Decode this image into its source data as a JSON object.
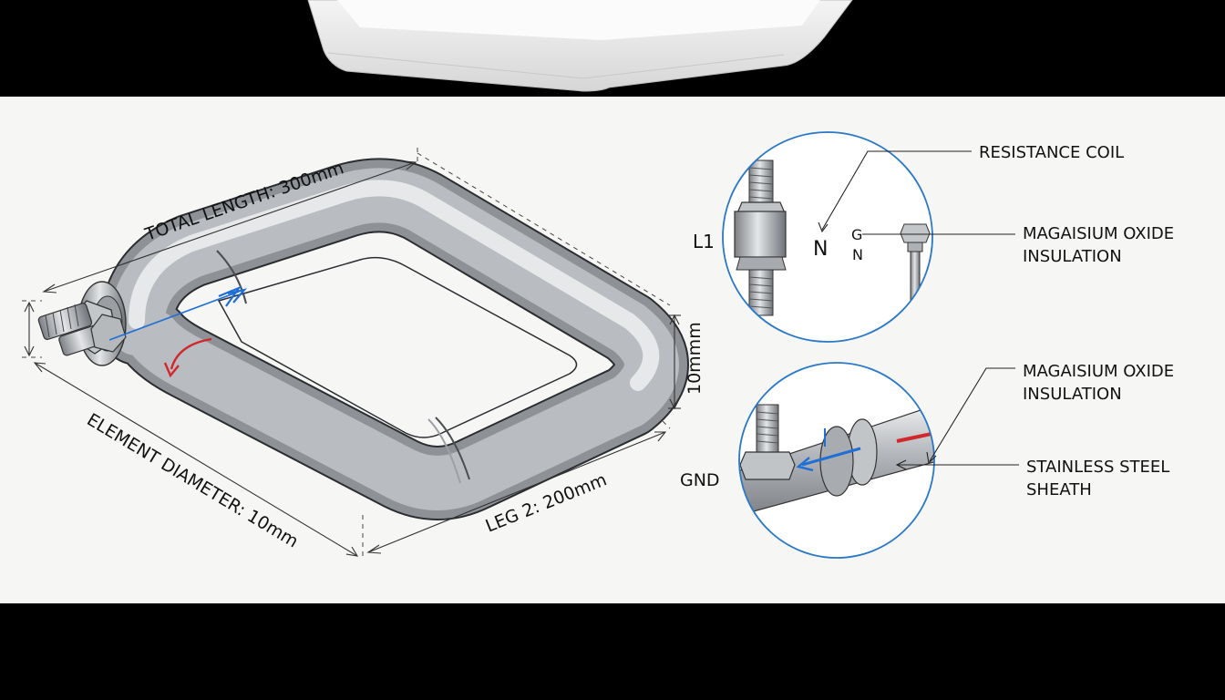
{
  "dimensions": {
    "total_length": "TOTAL LENGTH: 300mm",
    "element_diameter": "ELEMENT DIAMETER: 10mm",
    "leg2": "LEG 2: 200mm",
    "height": "10mmm"
  },
  "detail_top": {
    "terminal_l1": "L1",
    "terminal_n": "N",
    "terminal_g": "G",
    "terminal_gn": "N",
    "callout_coil": "RESISTANCE COIL",
    "callout_insulation_line1": "MAGAISIUM OXIDE",
    "callout_insulation_line2": "INSULATION"
  },
  "detail_bottom": {
    "terminal_gnd": "GND",
    "callout_insulation_line1": "MAGAISIUM OXIDE",
    "callout_insulation_line2": "INSULATION",
    "callout_sheath_line1": "STAINLESS STEEL",
    "callout_sheath_line2": "SHEATH"
  },
  "colors": {
    "background": "#000000",
    "panel": "#f6f6f5",
    "pipe": "#b9bcc0",
    "circle_outline": "#2a78c8",
    "flow_blue": "#1f6fd6",
    "flow_red": "#d0282c"
  },
  "icons": [
    "hex-nut-icon",
    "threaded-stud-icon",
    "flow-arrow-icon"
  ]
}
